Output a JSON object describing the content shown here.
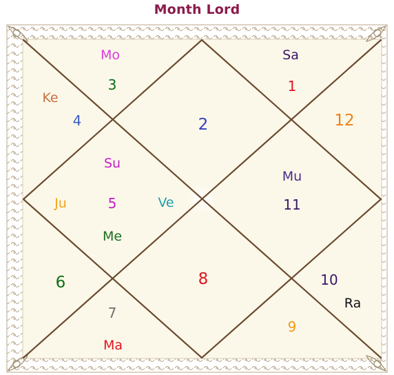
{
  "title": "Month Lord",
  "colors": {
    "title": "#8b1a4a",
    "frame_line": "#6b4a2e",
    "border_ornament": "#b8a58a",
    "chart_fill": "#fbf8ea"
  },
  "houses": [
    {
      "number": "1",
      "number_color": "#e0141e",
      "planets": [
        {
          "label": "Sa",
          "color": "#3a1466"
        }
      ]
    },
    {
      "number": "2",
      "number_color": "#2f3fbf",
      "planets": []
    },
    {
      "number": "3",
      "number_color": "#0e6e14",
      "planets": [
        {
          "label": "Mo",
          "color": "#d93ad9"
        }
      ]
    },
    {
      "number": "4",
      "number_color": "#3b5fbf",
      "planets": [
        {
          "label": "Ke",
          "color": "#c8713e"
        }
      ]
    },
    {
      "number": "5",
      "number_color": "#c41fc4",
      "planets": [
        {
          "label": "Su",
          "color": "#c41fc4"
        },
        {
          "label": "Ju",
          "color": "#f2a313"
        },
        {
          "label": "Ve",
          "color": "#1f9ea8"
        },
        {
          "label": "Me",
          "color": "#1a6e1a"
        }
      ]
    },
    {
      "number": "6",
      "number_color": "#0e6e14",
      "planets": []
    },
    {
      "number": "7",
      "number_color": "#6f6f6f",
      "planets": [
        {
          "label": "Ma",
          "color": "#e0141e"
        }
      ]
    },
    {
      "number": "8",
      "number_color": "#e0141e",
      "planets": []
    },
    {
      "number": "9",
      "number_color": "#f09a14",
      "planets": []
    },
    {
      "number": "10",
      "number_color": "#3a1466",
      "planets": [
        {
          "label": "Ra",
          "color": "#111111"
        }
      ]
    },
    {
      "number": "11",
      "number_color": "#3a1466",
      "planets": [
        {
          "label": "Mu",
          "color": "#4a2a86"
        }
      ]
    },
    {
      "number": "12",
      "number_color": "#f08014",
      "planets": []
    }
  ]
}
